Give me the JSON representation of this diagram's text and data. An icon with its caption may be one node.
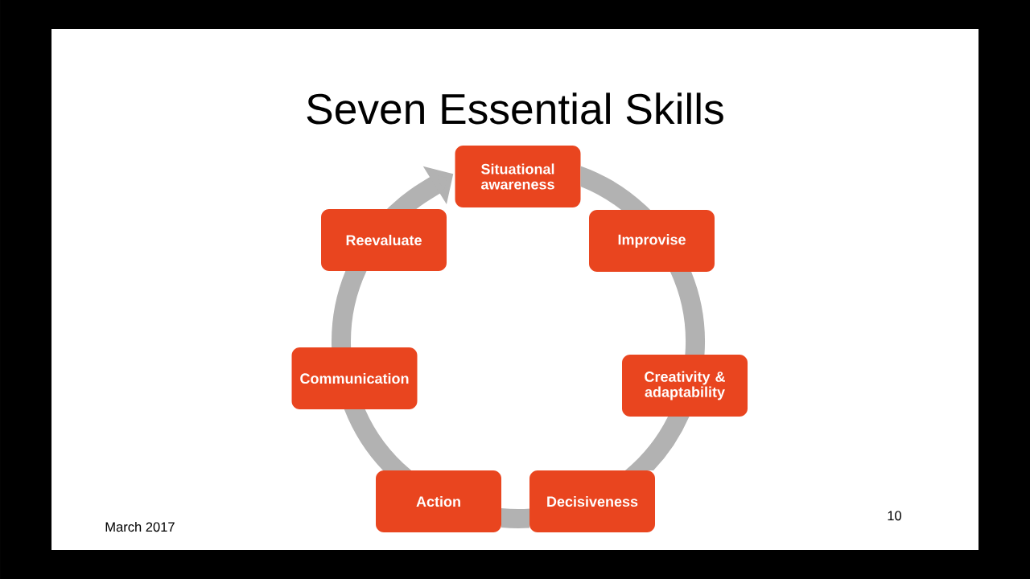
{
  "diagram": {
    "title": "Seven Essential Skills",
    "nodes": [
      {
        "text": [
          "Situational awareness"
        ]
      },
      {
        "text": [
          "Improvise"
        ]
      },
      {
        "text": [
          "Creativity & adaptability"
        ]
      },
      {
        "text": [
          "Decisiveness"
        ]
      },
      {
        "text": [
          "Action"
        ]
      },
      {
        "text": [
          "Communication"
        ]
      },
      {
        "text": [
          "Reevaluate"
        ]
      }
    ],
    "edges": [
      {
        "from": 0,
        "to": 1,
        "arrow": "none"
      },
      {
        "from": 1,
        "to": 2,
        "arrow": "none"
      },
      {
        "from": 2,
        "to": 3,
        "arrow": "none"
      },
      {
        "from": 3,
        "to": 4,
        "arrow": "none"
      },
      {
        "from": 4,
        "to": 5,
        "arrow": "none"
      },
      {
        "from": 5,
        "to": 6,
        "arrow": "none"
      },
      {
        "from": 6,
        "to": 0,
        "arrow": "to"
      }
    ],
    "labels": [
      "March 2017",
      "10"
    ]
  }
}
